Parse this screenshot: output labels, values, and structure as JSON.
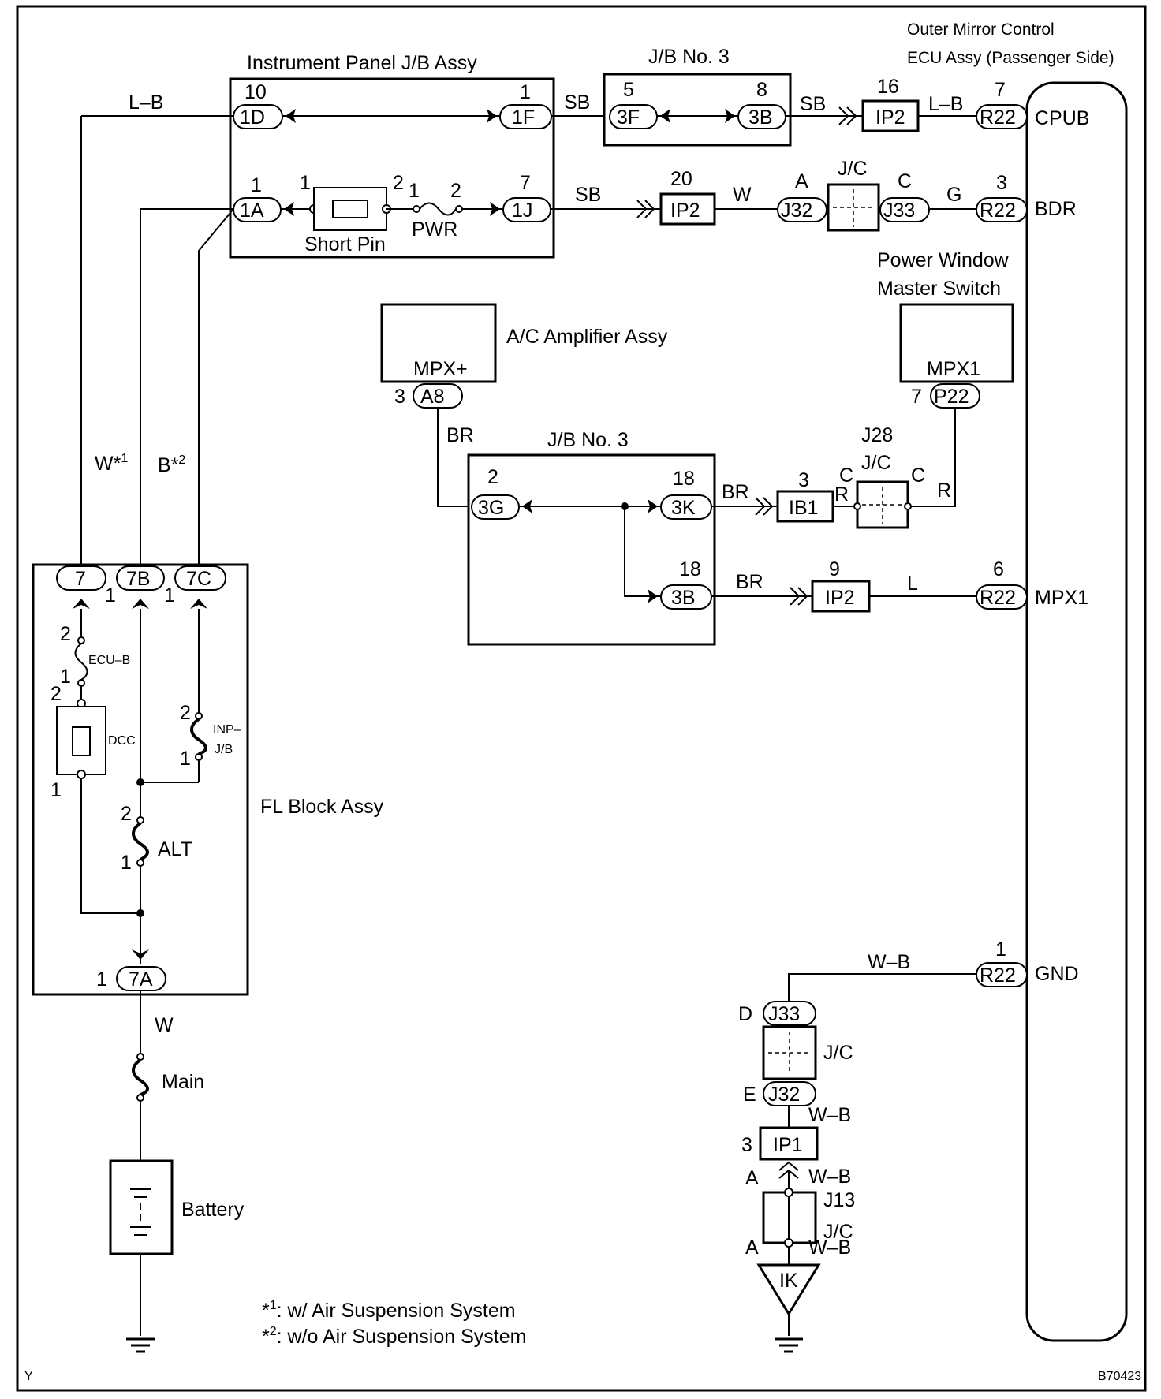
{
  "title_components": {
    "ecu_line1": "Outer Mirror Control",
    "ecu_line2": "ECU Assy (Passenger Side)",
    "ip_jb": "Instrument Panel J/B Assy",
    "jb3_top": "J/B No. 3",
    "jb3_mid": "J/B No. 3",
    "ac_amp": "A/C Amplifier Assy",
    "pw_line1": "Power Window",
    "pw_line2": "Master Switch",
    "fl_block": "FL Block Assy",
    "battery": "Battery",
    "short_pin": "Short Pin"
  },
  "ecu_terminals": {
    "cpub": "CPUB",
    "bdr": "BDR",
    "mpx1": "MPX1",
    "gnd": "GND"
  },
  "connectors": {
    "c1D": "1D",
    "c1F": "1F",
    "c3F": "3F",
    "c3B_top": "3B",
    "ip2_a": "IP2",
    "r22_a": "R22",
    "c1A": "1A",
    "c1J": "1J",
    "ip2_b": "IP2",
    "j32_a": "J32",
    "j33_a": "J33",
    "r22_b": "R22",
    "a8": "A8",
    "p22": "P22",
    "c3G": "3G",
    "c3K": "3K",
    "ib1": "IB1",
    "c3B_mid": "3B",
    "ip2_c": "IP2",
    "r22_c": "R22",
    "c7": "7",
    "c7B": "7B",
    "c7C": "7C",
    "c7A": "7A",
    "r22_d": "R22",
    "j33_b": "J33",
    "j32_b": "J32",
    "ip1": "IP1",
    "ik": "IK"
  },
  "pin_numbers": {
    "p10": "10",
    "p1_1F": "1",
    "p5": "5",
    "p8": "8",
    "p16": "16",
    "p7_r22": "7",
    "p1_1A": "1",
    "p1_sp": "1",
    "p2_sp": "2",
    "p1_pwr": "1",
    "p2_pwr": "2",
    "p7_1J": "7",
    "p20": "20",
    "pA_j32": "A",
    "pC_j33": "C",
    "p3_r22": "3",
    "p3_a8": "3",
    "p7_p22": "7",
    "p2_3G": "2",
    "p18_3K": "18",
    "p3_ib1": "3",
    "pC1_j28": "C",
    "pR_j28": "R",
    "pC2_j28": "C",
    "p18_3B": "18",
    "p9_ip2": "9",
    "p6_r22": "6",
    "p1_7B": "1",
    "p1_7C": "1",
    "p2_ecub": "2",
    "p1_ecub": "1",
    "p2_dcc": "2",
    "p1_dcc": "1",
    "p2_inp": "2",
    "p1_inp": "1",
    "p2_alt": "2",
    "p1_alt": "1",
    "p1_7A": "1",
    "p1_gnd": "1",
    "pD_j33": "D",
    "pE_j32": "E",
    "p3_ip1": "3",
    "pA_j13_top": "A",
    "pA_j13_bot": "A"
  },
  "wire_colors": {
    "lb_left": "L–B",
    "sb_1": "SB",
    "sb_2": "SB",
    "lb_right": "L–B",
    "sb_3": "SB",
    "w_1": "W",
    "g_1": "G",
    "br_1": "BR",
    "br_2": "BR",
    "r_1": "R",
    "br_3": "BR",
    "l_1": "L",
    "w_star1": "W*",
    "b_star2": "B*",
    "w_main": "W",
    "wb_1": "W–B",
    "wb_2": "W–B",
    "wb_3": "W–B",
    "wb_4": "W–B"
  },
  "superscripts": {
    "s1": "1",
    "s2": "2"
  },
  "fuses": {
    "pwr": "PWR",
    "ecub": "ECU–B",
    "dcc": "DCC",
    "inp": "INP–",
    "inp2": "J/B",
    "alt": "ALT",
    "main": "Main"
  },
  "junctions": {
    "jc_top": "J/C",
    "j28": "J28",
    "jc_mid": "J/C",
    "jc_bottom": "J/C",
    "j13": "J13",
    "jc_j13": "J/C",
    "mpx_plus": "MPX+",
    "mpx1_pw": "MPX1"
  },
  "notes": {
    "n1_mark": "*",
    "n1_sup": "1",
    "n1_text": ": w/ Air Suspension System",
    "n2_mark": "*",
    "n2_sup": "2",
    "n2_text": ": w/o Air Suspension System"
  },
  "footer": {
    "left": "Y",
    "right": "B70423"
  }
}
